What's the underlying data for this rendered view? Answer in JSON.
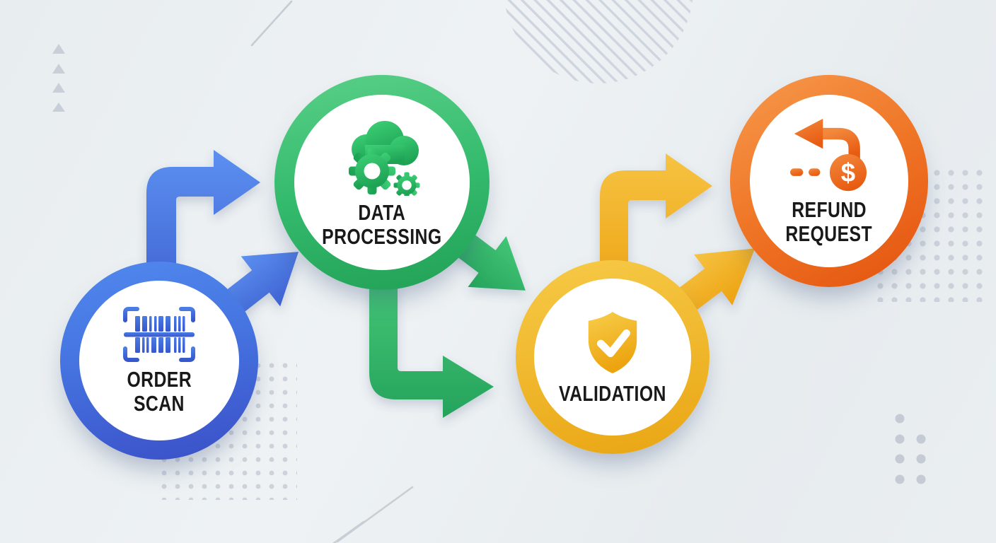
{
  "diagram": {
    "type": "process-flow-infographic",
    "background_color": "#e9edf0",
    "text_color": "#191919",
    "nodes": [
      {
        "id": "order-scan",
        "label_line1": "ORDER",
        "label_line2": "SCAN",
        "icon": "barcode-icon",
        "ring_color_start": "#5189ee",
        "ring_color_end": "#3a4fc6",
        "arrow_color": "#4b80e4"
      },
      {
        "id": "data-processing",
        "label_line1": "DATA",
        "label_line2": "PROCESSING",
        "icon": "cloud-gears-icon",
        "ring_color_start": "#59d087",
        "ring_color_end": "#21a156",
        "arrow_color": "#2fb368"
      },
      {
        "id": "validation",
        "label_line1": "VALIDATION",
        "label_line2": "",
        "icon": "shield-check-icon",
        "ring_color_start": "#f7ca47",
        "ring_color_end": "#e9a512",
        "arrow_color": "#f1b82d"
      },
      {
        "id": "refund-request",
        "label_line1": "REFUND",
        "label_line2": "REQUEST",
        "icon": "refund-money-icon",
        "ring_color_start": "#f79a4d",
        "ring_color_end": "#e4520e",
        "arrow_color": "#ee6d1d"
      }
    ],
    "icons": {
      "dollar_symbol": "$"
    },
    "connections": [
      {
        "from": "order-scan",
        "shape": "up-then-right-arrow",
        "color": "blue"
      },
      {
        "from": "order-scan",
        "to": "data-processing",
        "shape": "diagonal-arrow",
        "color": "blue"
      },
      {
        "from": "data-processing",
        "to": "validation",
        "shape": "diagonal-arrow",
        "color": "green"
      },
      {
        "from": "data-processing",
        "shape": "down-then-right-arrow",
        "color": "green"
      },
      {
        "from": "validation",
        "shape": "up-then-right-arrow",
        "color": "yellow"
      },
      {
        "from": "validation",
        "to": "refund-request",
        "shape": "diagonal-arrow",
        "color": "yellow"
      }
    ]
  }
}
